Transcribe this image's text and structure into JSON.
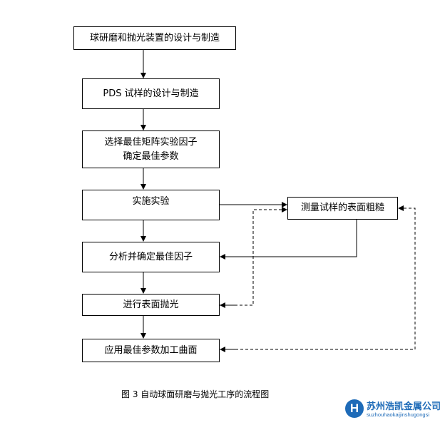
{
  "steps": {
    "s1": "球研磨和抛光装置的设计与制造",
    "s2": "PDS 试样的设计与制造",
    "s3_line1": "选择最佳矩阵实验因子",
    "s3_line2": "确定最佳参数",
    "s4": "实施实验",
    "s5": "分析并确定最佳因子",
    "s6": "进行表面抛光",
    "s7": "应用最佳参数加工曲面",
    "side": "测量试样的表面粗糙"
  },
  "caption": "图 3 自动球面研磨与抛光工序的流程图",
  "watermark": {
    "mark": "H",
    "company": "苏州浩凯金属公司",
    "pinyin": "suzhouhaokaijinshugongsi"
  },
  "colors": {
    "line": "#000000",
    "logo": "#1e6bb8"
  }
}
